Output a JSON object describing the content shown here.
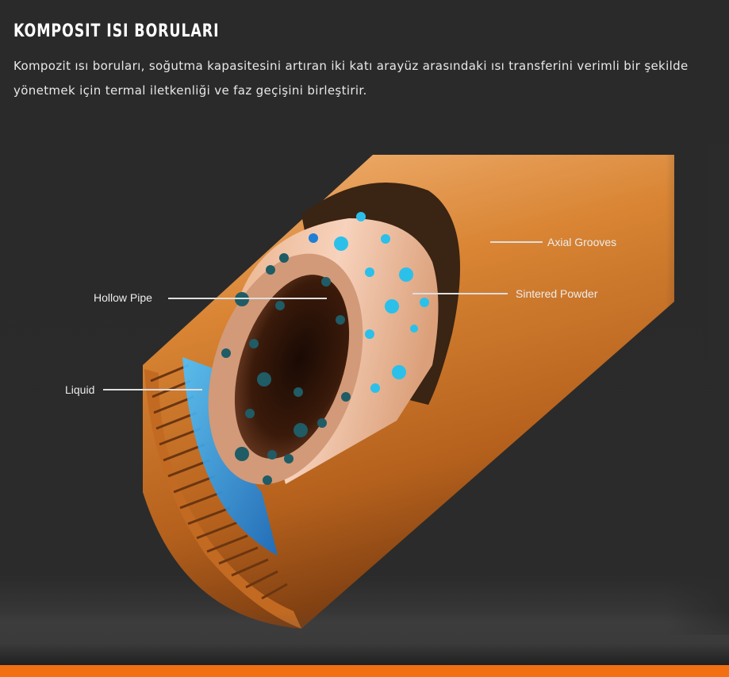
{
  "header": {
    "title": "KOMPOSIT ISI BORULARI",
    "description": "Kompozit ısı boruları, soğutma kapasitesini artıran iki katı arayüz arasındaki ısı transferini verimli bir şekilde yönetmek için termal iletkenliği ve faz geçişini birleştirir."
  },
  "illustration": {
    "labels": {
      "hollow_pipe": "Hollow Pipe",
      "liquid": "Liquid",
      "axial_grooves": "Axial Grooves",
      "sintered_powder": "Sintered Powder"
    }
  },
  "colors": {
    "background": "#2b2b2b",
    "copper": "#d27a2c",
    "copper_light": "#f0a560",
    "liquid_blue": "#2fa9ee",
    "dot_cyan": "#2bc0ea",
    "dot_dark": "#1f5c66",
    "accent_bar": "#f26f12"
  }
}
